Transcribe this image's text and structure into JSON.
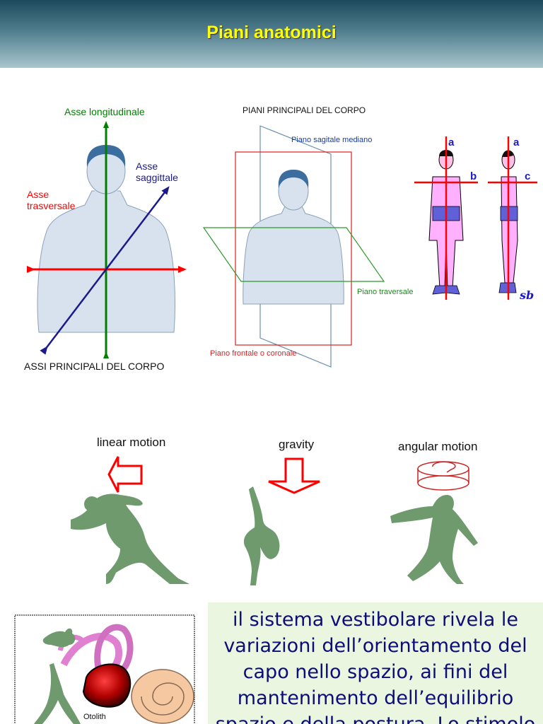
{
  "slide": {
    "title": "Piani anatomici"
  },
  "axes_figure": {
    "axis_longitudinal": "Asse longitudinale",
    "axis_sagittal_line1": "Asse",
    "axis_sagittal_line2": "saggittale",
    "axis_transverse_line1": "Asse",
    "axis_transverse_line2": "trasversale",
    "caption": "ASSI PRINCIPALI DEL CORPO"
  },
  "planes_figure": {
    "heading": "PIANI PRINCIPALI DEL CORPO",
    "sagittal_plane": "Piano sagitale mediano",
    "transverse_plane": "Piano traversale",
    "frontal_plane": "Piano frontale o coronale"
  },
  "figure_axes_letters": {
    "front_a": "a",
    "front_b": "b",
    "side_a": "a",
    "side_c": "c",
    "sb": "sb"
  },
  "motion": {
    "linear": "linear motion",
    "gravity": "gravity",
    "angular": "angular motion"
  },
  "ear_figure": {
    "otolith_label": "Otolith"
  },
  "body_text": "il sistema vestibolare rivela le variazioni dell’orientamento del capo nello spazio, ai fini del mantenimento dell’equilibrio spazio e della postura. Lo stimolo",
  "colors": {
    "title": "#ffff00",
    "longitudinal": "#008000",
    "transverse": "#ff0000",
    "sagittal": "#1a1a8c",
    "silhouette": "#6e9a6e",
    "skin": "#d8e2ee",
    "text_box": "#eaf6df"
  }
}
